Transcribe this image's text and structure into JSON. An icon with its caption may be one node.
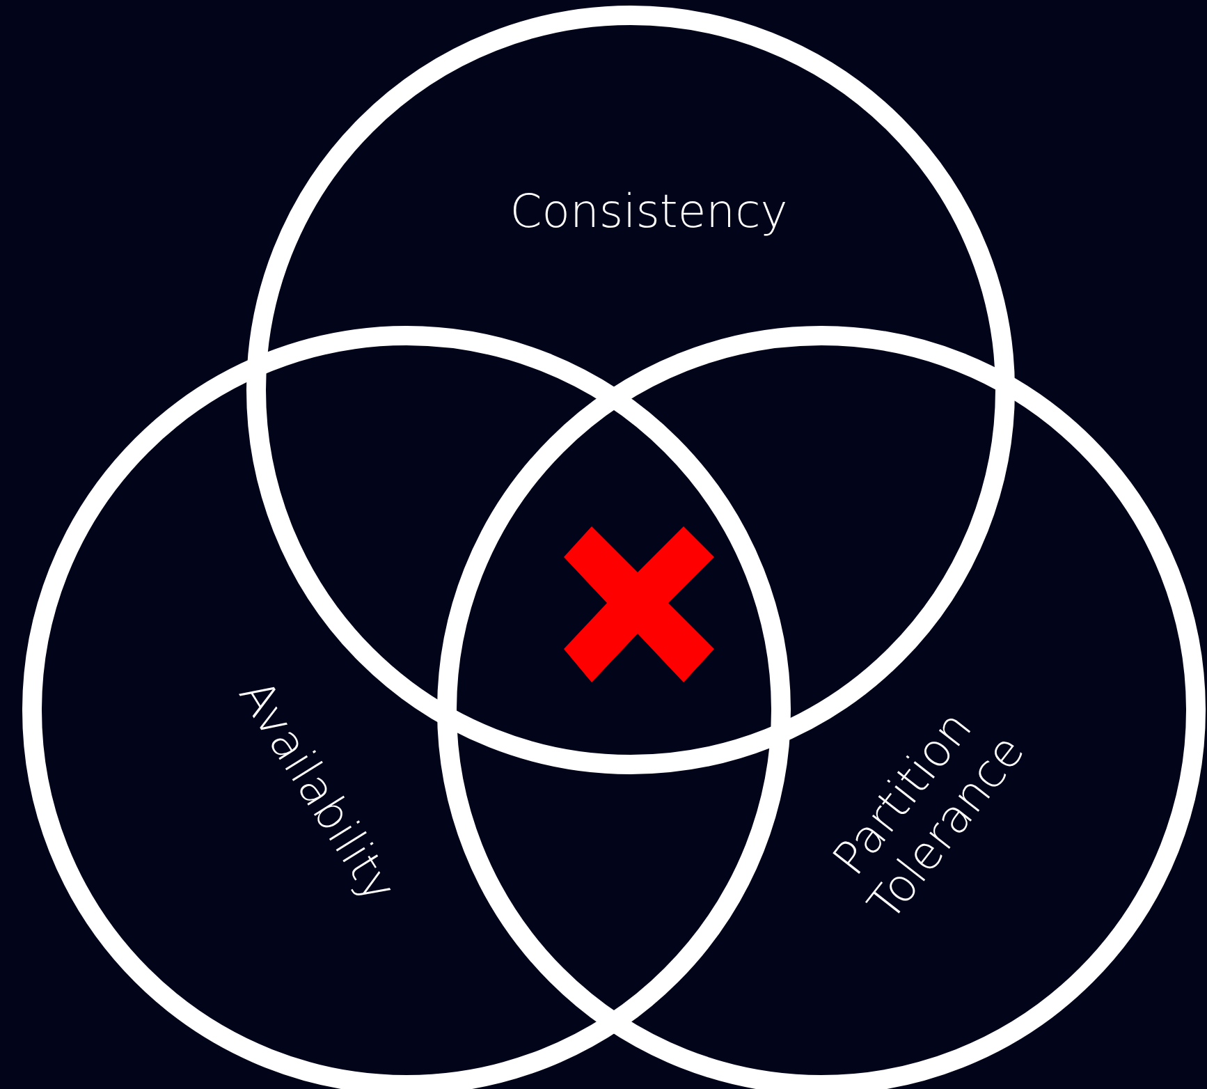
{
  "diagram": {
    "nodes": [
      {
        "text": [
          "Consistency"
        ]
      },
      {
        "text": [
          "Availability"
        ]
      },
      {
        "text": [
          "Partition Tolerance"
        ]
      }
    ]
  }
}
